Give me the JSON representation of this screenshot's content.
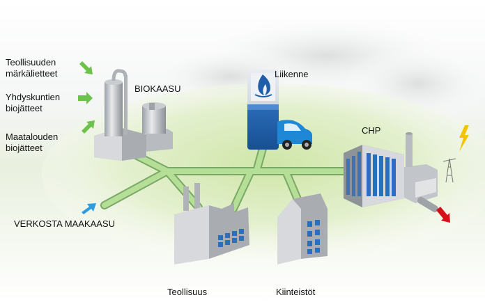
{
  "sources": {
    "industrial": {
      "line1": "Teollisuuden",
      "line2": "märkälietteet"
    },
    "municipal": {
      "line1": "Yhdyskuntien",
      "line2": "biojätteet"
    },
    "agricultural": {
      "line1": "Maatalouden",
      "line2": "biojätteet"
    },
    "grid": "VERKOSTA  MAAKAASU"
  },
  "nodes": {
    "biogas": "BIOKAASU",
    "transport": "Liikenne",
    "chp": "CHP",
    "industry": "Teollisuus",
    "properties": "Kiinteistöt"
  },
  "colors": {
    "pipe": "#9fd08a",
    "arrow_green": "#6cc24a",
    "arrow_blue": "#2f9be0",
    "arrow_red": "#d4111a",
    "lightning": "#f2c500",
    "building_face": "#d7d9dc",
    "building_side": "#a9adb2",
    "window": "#2a6fbd",
    "station_blue": "#1f5ea8",
    "car_blue": "#1e88d6"
  }
}
